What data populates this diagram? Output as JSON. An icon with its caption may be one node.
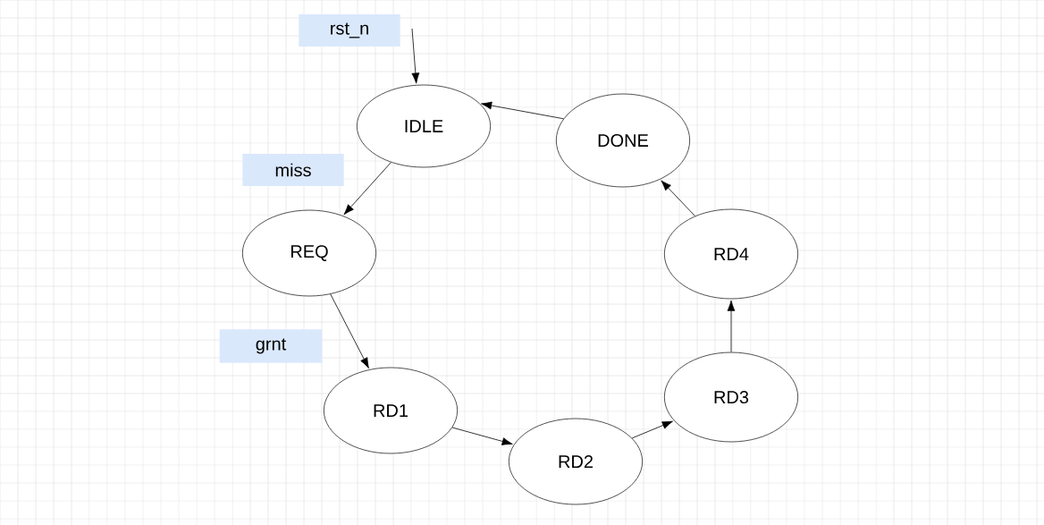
{
  "diagram": {
    "nodes": [
      {
        "text": [
          "IDLE"
        ]
      },
      {
        "text": [
          "REQ"
        ]
      },
      {
        "text": [
          "RD1"
        ]
      },
      {
        "text": [
          "RD2"
        ]
      },
      {
        "text": [
          "RD3"
        ]
      },
      {
        "text": [
          "RD4"
        ]
      },
      {
        "text": [
          "DONE"
        ]
      }
    ],
    "edges": [
      {
        "from": null,
        "to": 0,
        "arrow": "to",
        "label": "rst_n"
      },
      {
        "from": 0,
        "to": 1,
        "arrow": "to",
        "label": "miss"
      },
      {
        "from": 1,
        "to": 2,
        "arrow": "to",
        "label": "grnt"
      },
      {
        "from": 2,
        "to": 3,
        "arrow": "to"
      },
      {
        "from": 3,
        "to": 4,
        "arrow": "to"
      },
      {
        "from": 4,
        "to": 5,
        "arrow": "to"
      },
      {
        "from": 5,
        "to": 6,
        "arrow": "to"
      },
      {
        "from": 6,
        "to": 0,
        "arrow": "to"
      }
    ]
  }
}
